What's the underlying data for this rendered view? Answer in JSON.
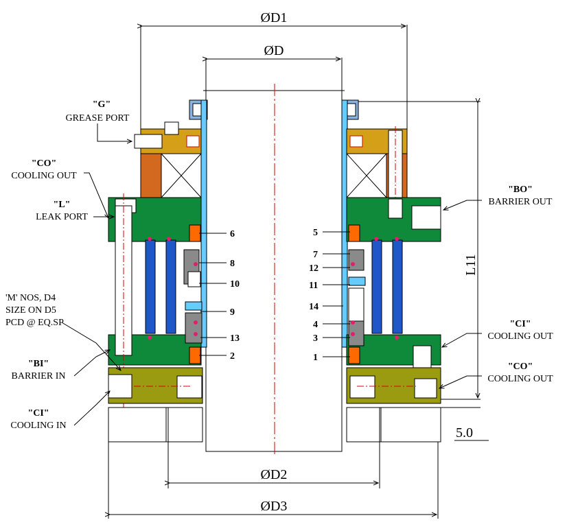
{
  "dimensions": {
    "d1": "ØD1",
    "d": "ØD",
    "d2": "ØD2",
    "d3": "ØD3",
    "l11": "L11",
    "gap": "5.0"
  },
  "callouts": {
    "g": {
      "title": "\"G\"",
      "sub": "GREASE PORT"
    },
    "co_left": {
      "title": "\"CO\"",
      "sub": "COOLING OUT"
    },
    "l": {
      "title": "\"L\"",
      "sub": "LEAK PORT"
    },
    "m_note": [
      "'M' NOS, D4",
      "SIZE ON D5",
      "PCD @ EQ.SP"
    ],
    "bi": {
      "title": "\"BI\"",
      "sub": "BARRIER IN"
    },
    "ci_left": {
      "title": "\"CI\"",
      "sub": "COOLING IN"
    },
    "bo": {
      "title": "\"BO\"",
      "sub": "BARRIER OUT"
    },
    "ci_right": {
      "title": "\"CI\"",
      "sub": "COOLING OUT"
    },
    "co_right": {
      "title": "\"CO\"",
      "sub": "COOLING OUT"
    }
  },
  "part_numbers": {
    "left": [
      "6",
      "8",
      "10",
      "9",
      "13",
      "2"
    ],
    "right": [
      "5",
      "7",
      "12",
      "11",
      "14",
      "4",
      "3",
      "1"
    ]
  },
  "colors": {
    "housing_green": "#0e8a3a",
    "bearing_orange": "#d2691e",
    "gland_gold": "#d4a017",
    "flange_olive": "#9b9b12",
    "sleeve_cyan": "#66ccff",
    "spring_blue": "#1f57c9",
    "seal_orange": "#ff6a00",
    "centerline_red": "#d60000",
    "o_ring": "#e0206a",
    "face_grey": "#8a8a8a"
  }
}
